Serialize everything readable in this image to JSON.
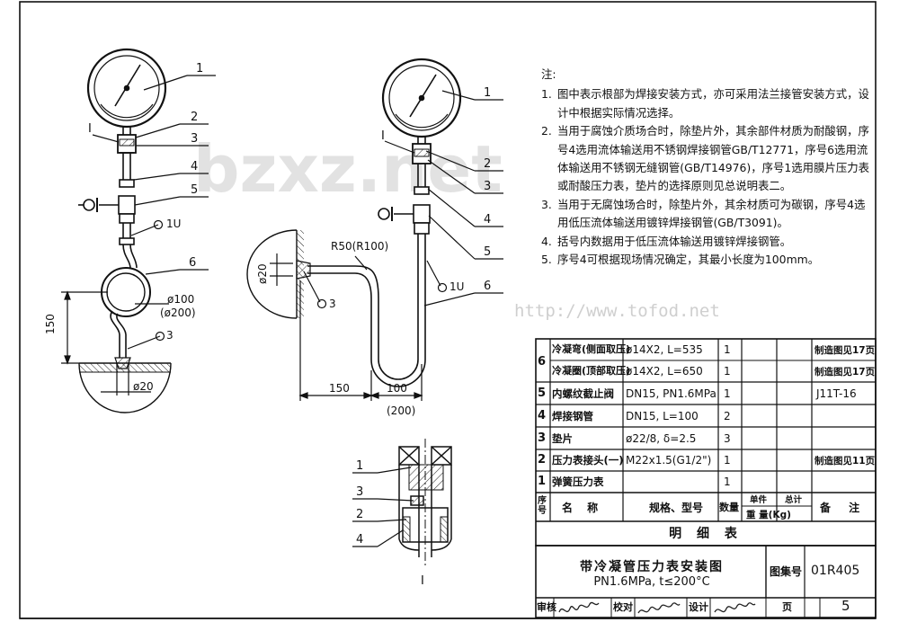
{
  "watermarks": {
    "main": "bzxz.net",
    "url": "http://www.tofod.net"
  },
  "drawing_labels": {
    "left": {
      "callouts": [
        "1",
        "2",
        "3",
        "4",
        "5",
        "6"
      ],
      "section": "I",
      "weld_1": "1U",
      "weld_3": "3",
      "dim_150": "150",
      "dim_d100": "ø100",
      "dim_d200": "(ø200)",
      "dim_d20": "ø20"
    },
    "middle": {
      "callouts": [
        "1",
        "2",
        "3",
        "4",
        "5",
        "6"
      ],
      "section": "I",
      "bend": "R50(R100)",
      "dim_d20": "ø20",
      "weld_1": "1U",
      "weld_3": "3",
      "dim_150": "150",
      "dim_100": "100",
      "dim_200": "(200)"
    },
    "detail": {
      "callouts": [
        "1",
        "3",
        "2",
        "4"
      ],
      "section": "I"
    }
  },
  "notes": {
    "heading": "注:",
    "items": [
      "图中表示根部为焊接安装方式，亦可采用法兰接管安装方式，设计中根据实际情况选择。",
      "当用于腐蚀介质场合时，除垫片外，其余部件材质为耐酸钢，序号4选用流体输送用不锈钢焊接钢管GB/T12771，序号6选用流体输送用不锈钢无缝钢管(GB/T14976)，序号1选用膜片压力表或耐酸压力表，垫片的选择原则见总说明表二。",
      "当用于无腐蚀场合时，除垫片外，其余材质可为碳钢，序号4选用低压流体输送用镀锌焊接钢管(GB/T3091)。",
      "括号内数据用于低压流体输送用镀锌焊接钢管。",
      "序号4可根据现场情况确定，其最小长度为100mm。"
    ]
  },
  "bom": {
    "rows": [
      {
        "no": "6",
        "name": "冷凝弯(侧面取压)",
        "spec": "ø14X2, L=535",
        "qty": "1",
        "note": "制造图见17页"
      },
      {
        "no": "",
        "name": "冷凝圈(顶部取压)",
        "spec": "ø14X2, L=650",
        "qty": "1",
        "note": "制造图见17页"
      },
      {
        "no": "5",
        "name": "内螺纹截止阀",
        "spec": "DN15, PN1.6MPa",
        "qty": "1",
        "note": "J11T-16"
      },
      {
        "no": "4",
        "name": "焊接钢管",
        "spec": "DN15, L=100",
        "qty": "2",
        "note": ""
      },
      {
        "no": "3",
        "name": "垫片",
        "spec": "ø22/8, δ=2.5",
        "qty": "3",
        "note": ""
      },
      {
        "no": "2",
        "name": "压力表接头(一)",
        "spec": "M22x1.5(G1/2\")",
        "qty": "1",
        "note": "制造图见11页"
      },
      {
        "no": "1",
        "name": "弹簧压力表",
        "spec": "",
        "qty": "1",
        "note": ""
      }
    ],
    "header": {
      "no": "序号",
      "name": "名 称",
      "spec": "规格、型号",
      "qty": "数量",
      "unit_weight": "单件",
      "total_weight": "总计",
      "weight": "重 量(Kg)",
      "note": "备 注"
    },
    "caption": "明 细 表"
  },
  "title_block": {
    "title": "带冷凝管压力表安装图",
    "subtitle": "PN1.6MPa, t≤200°C",
    "atlas_label": "图集号",
    "atlas_no": "01R405",
    "review": "审核",
    "check": "校对",
    "design": "设计",
    "page_label": "页",
    "page_no": "5"
  }
}
